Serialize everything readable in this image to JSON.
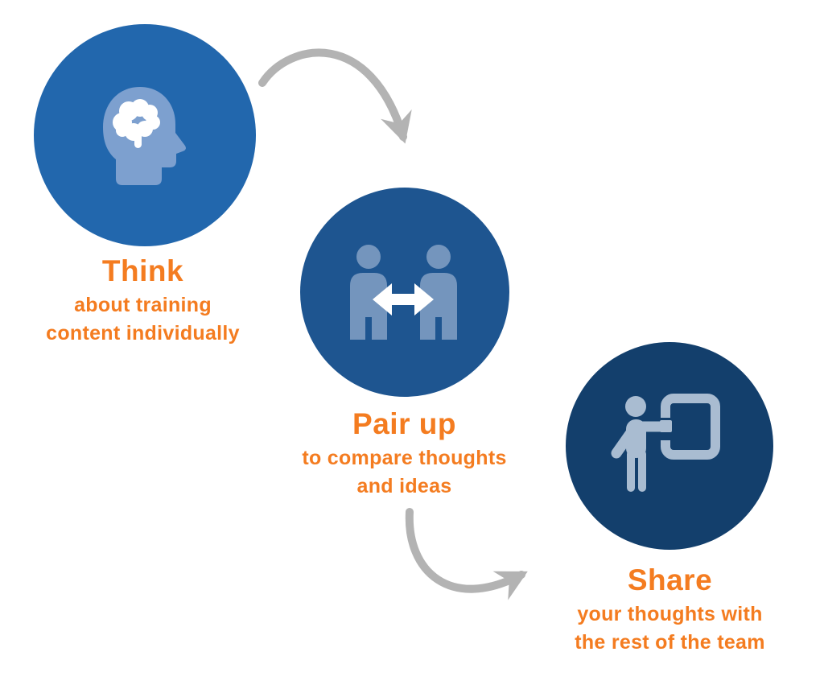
{
  "diagram": {
    "name": "Think - Pair up - Share process diagram",
    "steps": [
      {
        "heading": "Think",
        "description": "about training\ncontent individually",
        "icon": "head-brain-icon"
      },
      {
        "heading": "Pair up",
        "description": "to compare thoughts\nand ideas",
        "icon": "pair-people-icon"
      },
      {
        "heading": "Share",
        "description": "your thoughts with\nthe rest of the team",
        "icon": "presenter-board-icon"
      }
    ]
  },
  "colors": {
    "background": "#ffffff",
    "text-orange": "#f47c20",
    "arrow-gray": "#b3b3b3",
    "circle-1": "#2267ad",
    "circle-2": "#1e5590",
    "circle-3": "#133f6c",
    "icon-1": "#7da0cf",
    "icon-2": "#7495bd",
    "icon-3": "#a9bcd1",
    "icon-accent": "#ffffff"
  }
}
